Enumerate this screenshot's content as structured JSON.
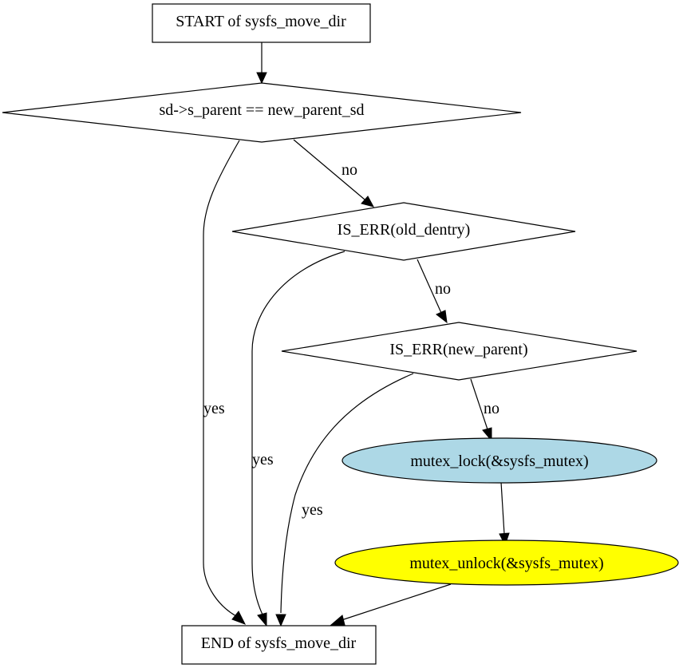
{
  "nodes": {
    "start": {
      "label": "START of sysfs_move_dir",
      "shape": "box",
      "fill": "#ffffff"
    },
    "cond_parent": {
      "label": "sd->s_parent == new_parent_sd",
      "shape": "diamond",
      "fill": "#ffffff"
    },
    "cond_old_dentry": {
      "label": "IS_ERR(old_dentry)",
      "shape": "diamond",
      "fill": "#ffffff"
    },
    "cond_new_parent": {
      "label": "IS_ERR(new_parent)",
      "shape": "diamond",
      "fill": "#ffffff"
    },
    "mutex_lock": {
      "label": "mutex_lock(&sysfs_mutex)",
      "shape": "ellipse",
      "fill": "#add8e6"
    },
    "mutex_unlock": {
      "label": "mutex_unlock(&sysfs_mutex)",
      "shape": "ellipse",
      "fill": "#ffff00"
    },
    "end": {
      "label": "END of sysfs_move_dir",
      "shape": "box",
      "fill": "#ffffff"
    }
  },
  "edges": [
    {
      "id": "e1",
      "from": "start",
      "to": "cond_parent",
      "label": ""
    },
    {
      "id": "e2",
      "from": "cond_parent",
      "to": "cond_old_dentry",
      "label": "no"
    },
    {
      "id": "e3",
      "from": "cond_parent",
      "to": "end",
      "label": "yes"
    },
    {
      "id": "e4",
      "from": "cond_old_dentry",
      "to": "cond_new_parent",
      "label": "no"
    },
    {
      "id": "e5",
      "from": "cond_old_dentry",
      "to": "end",
      "label": "yes"
    },
    {
      "id": "e6",
      "from": "cond_new_parent",
      "to": "mutex_lock",
      "label": "no"
    },
    {
      "id": "e7",
      "from": "cond_new_parent",
      "to": "end",
      "label": "yes"
    },
    {
      "id": "e8",
      "from": "mutex_lock",
      "to": "mutex_unlock",
      "label": ""
    },
    {
      "id": "e9",
      "from": "mutex_unlock",
      "to": "end",
      "label": ""
    }
  ]
}
